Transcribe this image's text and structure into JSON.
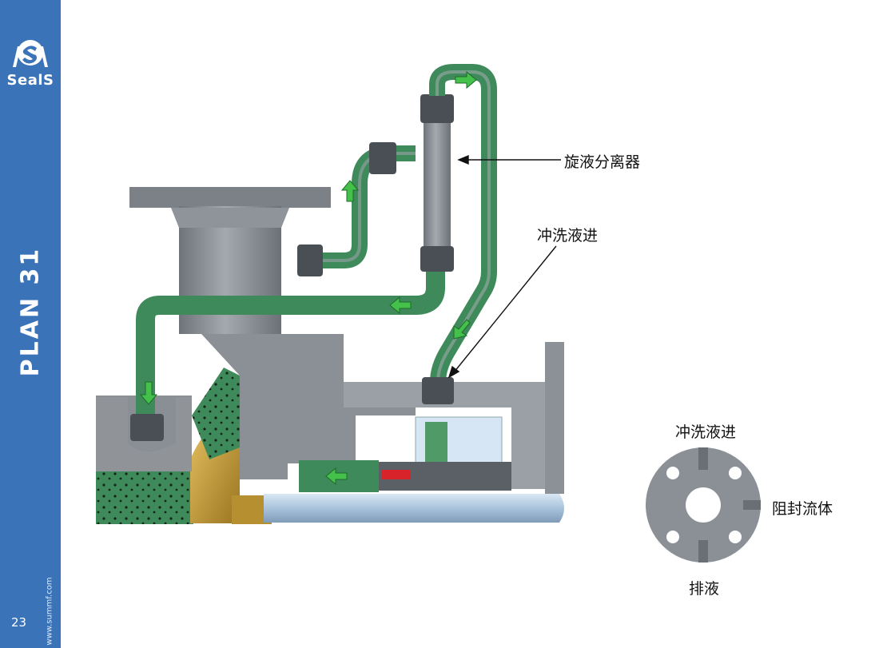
{
  "sidebar": {
    "logo_text": "SealS",
    "title": "PLAN 31",
    "website": "www.summf.com",
    "page_number": "23"
  },
  "diagram": {
    "labels": {
      "cyclone_separator": "旋液分离器",
      "flush_inlet": "冲洗液进"
    }
  },
  "gland_plate": {
    "labels": {
      "flush_inlet": "冲洗液进",
      "barrier_fluid": "阻封流体",
      "drain": "排液"
    }
  },
  "colors": {
    "sidebar": "#3b73b9",
    "fluid": "#3f8a5a",
    "arrow": "#43c14a",
    "metal": "#8e9399",
    "impeller": "#caa042"
  }
}
